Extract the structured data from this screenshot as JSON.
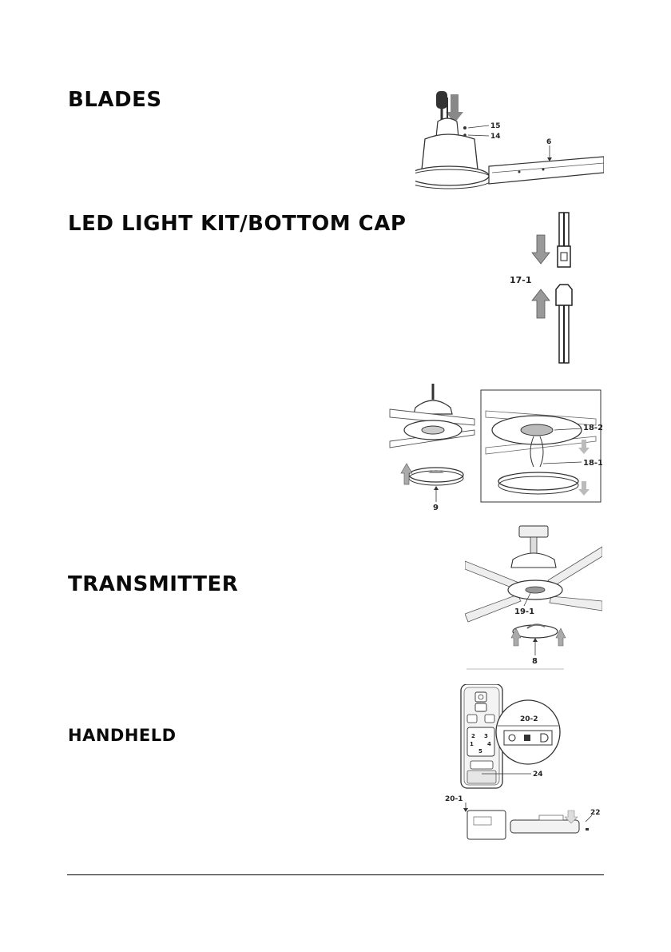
{
  "sections": {
    "blades": {
      "title": "BLADES",
      "labels": {
        "screw": "15",
        "washer": "14",
        "blade": "6"
      }
    },
    "led_light_kit": {
      "title": "LED LIGHT KIT/BOTTOM CAP",
      "labels": {
        "connector": "17-1"
      }
    },
    "light_kit_mount": {
      "labels": {
        "plate": "18-2",
        "kit": "18-1",
        "cap": "9"
      }
    },
    "transmitter": {
      "title": "TRANSMITTER",
      "labels": {
        "screw": "19-1",
        "cover": "8"
      }
    },
    "handheld": {
      "title": "HANDHELD",
      "labels": {
        "switch": "20-2",
        "battery_cover": "24",
        "remote": "20-1",
        "screw": "22",
        "buttons": [
          "2",
          "3",
          "1",
          "4",
          "5"
        ]
      }
    }
  }
}
